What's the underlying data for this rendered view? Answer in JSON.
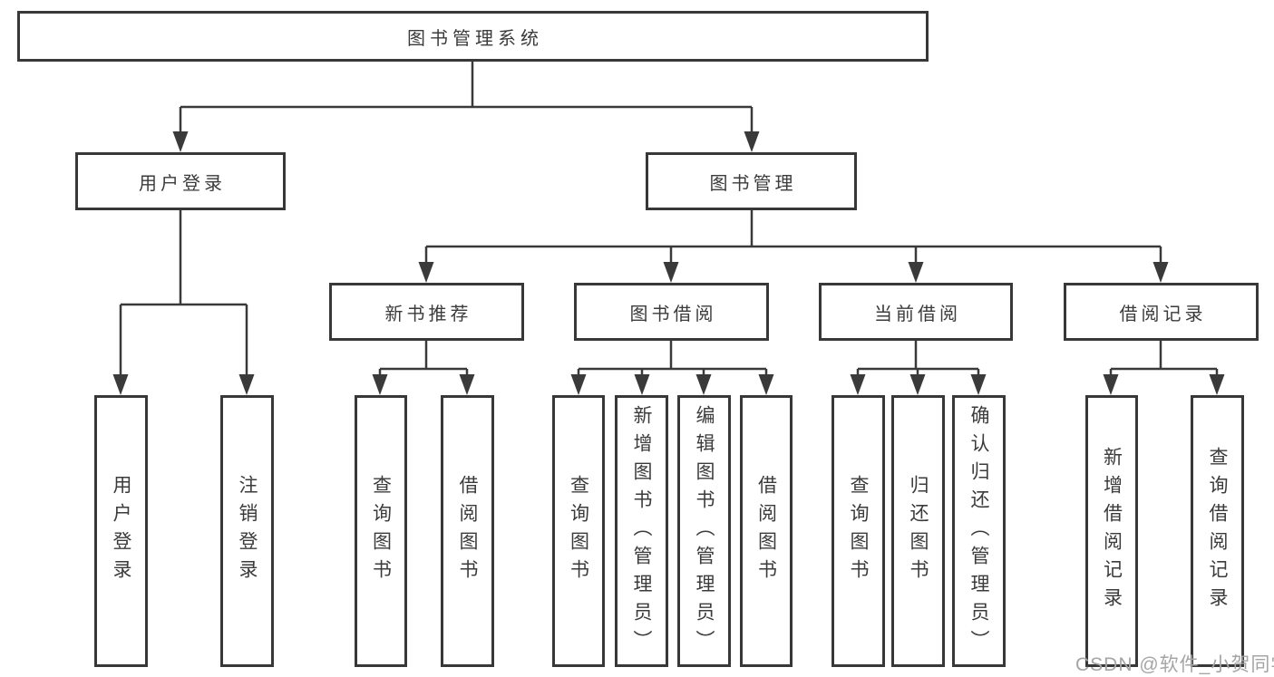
{
  "diagram_title": "图书管理系统",
  "tree": {
    "root": {
      "label": "图书管理系统"
    },
    "branches": [
      {
        "label": "用户登录",
        "children": [
          "用户登录",
          "注销登录"
        ]
      },
      {
        "label": "图书管理",
        "groups": [
          {
            "label": "新书推荐",
            "children": [
              "查询图书",
              "借阅图书"
            ]
          },
          {
            "label": "图书借阅",
            "children": [
              "查询图书",
              "新增图书（管理员）",
              "编辑图书（管理员）",
              "借阅图书"
            ]
          },
          {
            "label": "当前借阅",
            "children": [
              "查询图书",
              "归还图书",
              "确认归还（管理员）"
            ]
          },
          {
            "label": "借阅记录",
            "children": [
              "新增借阅记录",
              "查询借阅记录"
            ]
          }
        ]
      }
    ]
  },
  "watermark": "CSDN @软件_小贺同学",
  "colors": {
    "line": "#3a3a3a",
    "box_border": "#383838",
    "box_background": "#ffffff",
    "text": "#3b3b3b",
    "watermark": "#a5a5a5",
    "page_background": "#ffffff"
  }
}
